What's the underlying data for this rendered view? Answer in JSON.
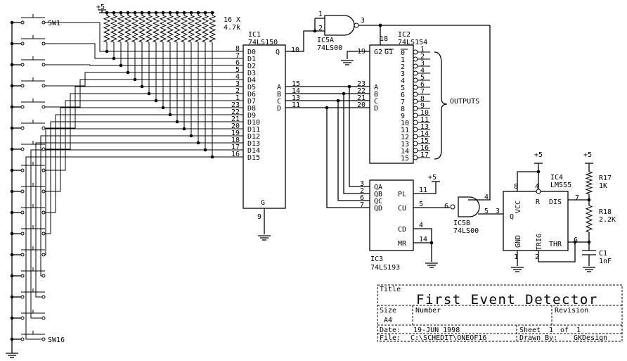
{
  "title_block": {
    "title_label": "Title",
    "title": "First Event Detector",
    "size_label": "Size",
    "size": "A4",
    "number_label": "Number",
    "revision_label": "Revision",
    "date_label": "Date:",
    "date": "19-JUN 1998",
    "sheet_label": "Sheet",
    "sheet_num": "1",
    "sheet_of": "of",
    "sheet_total": "1",
    "file_label": "File:",
    "file": "C:\\SCHEDIT\\ONEOF16",
    "drawn_label": "Drawn By:",
    "drawn_by": "GKDesign"
  },
  "power": {
    "vcc": "+5"
  },
  "switches": {
    "first": "SW1",
    "last": "SW16"
  },
  "resistor_array": {
    "count": "16 X",
    "value": "4.7k"
  },
  "ic1": {
    "ref": "IC1",
    "part": "74LS150",
    "inputs": [
      "D0",
      "D1",
      "D2",
      "D3",
      "D4",
      "D5",
      "D6",
      "D7",
      "D8",
      "D9",
      "D10",
      "D11",
      "D12",
      "D13",
      "D14",
      "D15"
    ],
    "input_pins": [
      "8",
      "7",
      "6",
      "5",
      "4",
      "3",
      "2",
      "1",
      "23",
      "22",
      "21",
      "20",
      "19",
      "18",
      "17",
      "16"
    ],
    "out_label": "Q",
    "out_pin": "10",
    "sel_labels": [
      "A",
      "B",
      "C",
      "D"
    ],
    "sel_pins": [
      "15",
      "14",
      "13",
      "11"
    ],
    "g_label": "G",
    "g_pin": "9"
  },
  "ic2": {
    "ref": "IC2",
    "part": "74LS154",
    "g2_label": "G2",
    "g2_pin": "19",
    "g1_label": "G1",
    "g1_pin": "18",
    "sel_labels": [
      "A",
      "B",
      "C",
      "D"
    ],
    "sel_pins": [
      "23",
      "22",
      "21",
      "20"
    ],
    "outputs": [
      "0",
      "1",
      "2",
      "3",
      "4",
      "5",
      "6",
      "7",
      "8",
      "9",
      "10",
      "11",
      "12",
      "13",
      "14",
      "15"
    ],
    "output_pins": [
      "1",
      "2",
      "3",
      "4",
      "5",
      "6",
      "7",
      "8",
      "9",
      "10",
      "11",
      "13",
      "14",
      "15",
      "16",
      "17"
    ]
  },
  "outputs_label": "OUTPUTS",
  "ic3": {
    "ref": "IC3",
    "part": "74LS193",
    "q_labels": [
      "QA",
      "QB",
      "QC",
      "QD"
    ],
    "q_pins": [
      "3",
      "2",
      "6",
      "7"
    ],
    "pl_label": "PL",
    "pl_pin": "11",
    "cu_label": "CU",
    "cu_pin": "5",
    "cd_label": "CD",
    "cd_pin": "4",
    "mr_label": "MR",
    "mr_pin": "14"
  },
  "ic5a": {
    "ref": "IC5A",
    "part": "74LS00",
    "pins": [
      "1",
      "2",
      "3"
    ]
  },
  "ic5b": {
    "ref": "IC5B",
    "part": "74LS00",
    "pins": [
      "4",
      "5",
      "6"
    ]
  },
  "ic4": {
    "ref": "IC4",
    "part": "LM555",
    "vcc_label": "VCC",
    "vcc_pin": "8",
    "r_label": "R",
    "r_pin": "4",
    "dis_label": "DIS",
    "dis_pin": "7",
    "q_label": "Q",
    "q_pin": "3",
    "gnd_label": "GND",
    "gnd_pin": "1",
    "trig_label": "TRIG",
    "trig_pin": "2",
    "thr_label": "THR",
    "thr_pin": "6"
  },
  "r17": {
    "ref": "R17",
    "value": "1K"
  },
  "r18": {
    "ref": "R18",
    "value": "2.2K"
  },
  "c1": {
    "ref": "C1",
    "value": "1nF"
  }
}
